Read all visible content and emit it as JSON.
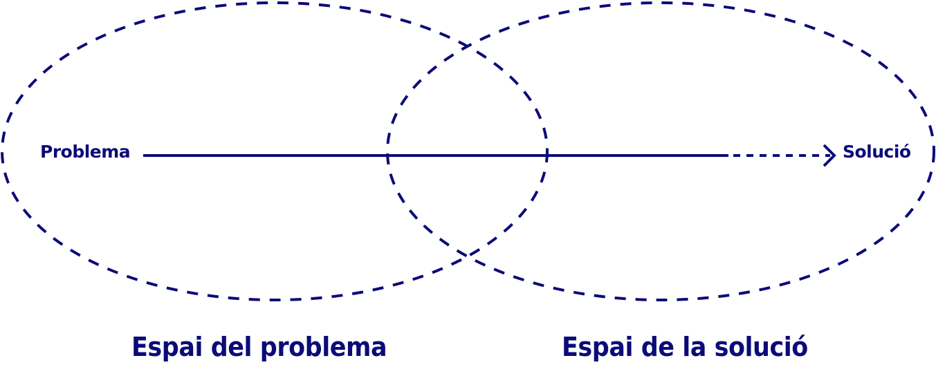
{
  "colors": {
    "ink": "#0b0b78"
  },
  "diagram": {
    "start_label": "Problema",
    "end_label": "Solució",
    "problem_space_label": "Espai del problema",
    "solution_space_label": "Espai de la solució"
  }
}
